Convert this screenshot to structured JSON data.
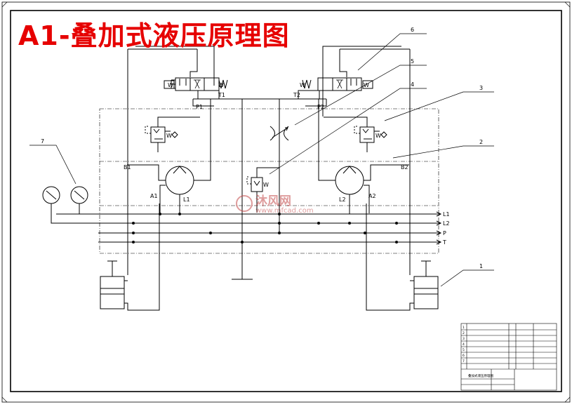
{
  "title": "A1-叠加式液压原理图",
  "callouts": [
    "1",
    "2",
    "3",
    "4",
    "5",
    "6",
    "7"
  ],
  "port_labels": {
    "p1": "P1",
    "t1": "T1",
    "p2": "P2",
    "t2": "T2",
    "b1": "B1",
    "a1": "A1",
    "l1_motor": "L1",
    "b2": "B2",
    "a2": "A2",
    "l2_motor": "L2"
  },
  "line_labels": [
    "L1",
    "L2",
    "P",
    "T"
  ],
  "spring_mark": "W",
  "watermark": {
    "brand": "沐风网",
    "url": "www.mfcad.com"
  },
  "title_block": {
    "rows": [
      "1",
      "2",
      "3",
      "4",
      "5",
      "6",
      "7"
    ],
    "drawing_name": "叠加式液压原理图"
  }
}
